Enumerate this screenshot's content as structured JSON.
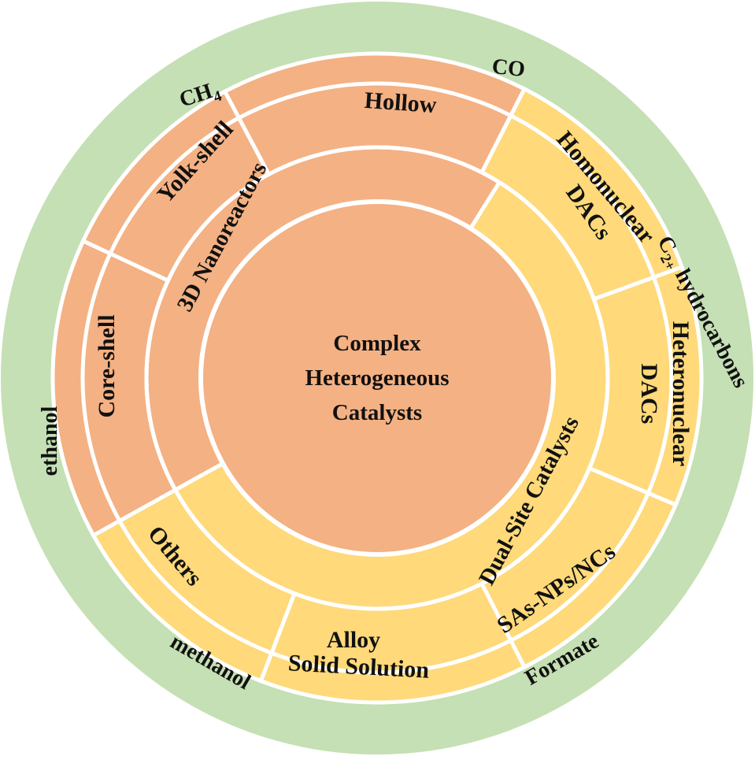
{
  "center": {
    "lines": [
      "Complex",
      "Heterogeneous",
      "Catalysts"
    ]
  },
  "middle_ring": {
    "nanoreactors_label": "3D Nanoreactors",
    "dual_site_label": "Dual-Site Catalysts"
  },
  "outer_segments": {
    "hollow": "Hollow",
    "yolk_shell": "Yolk-shell",
    "core_shell": "Core-shell",
    "homonuclear_dacs": [
      "Homonuclear",
      "DACs"
    ],
    "heteronuclear_dacs": [
      "Heteronuclear",
      "DACs"
    ],
    "sas_nps_ncs": "SAs-NPs/NCs",
    "alloy_solid_solution": [
      "Alloy",
      "Solid Solution"
    ],
    "others": "Others"
  },
  "products": {
    "co": "CO",
    "ch4_base": "CH",
    "ch4_sub": "4",
    "c2_base": "C",
    "c2_sub": "2+",
    "c2_rest": " hydrocarbons",
    "formate": "Formate",
    "methanol": "methanol",
    "ethanol": "ethanol"
  },
  "colors": {
    "outer_ring": "#c5e0b4",
    "nanoreactor_fill": "#f4b183",
    "dual_site_fill": "#ffd97a",
    "center_fill": "#f4b183",
    "divider": "#ffffff",
    "text": "#111111"
  }
}
